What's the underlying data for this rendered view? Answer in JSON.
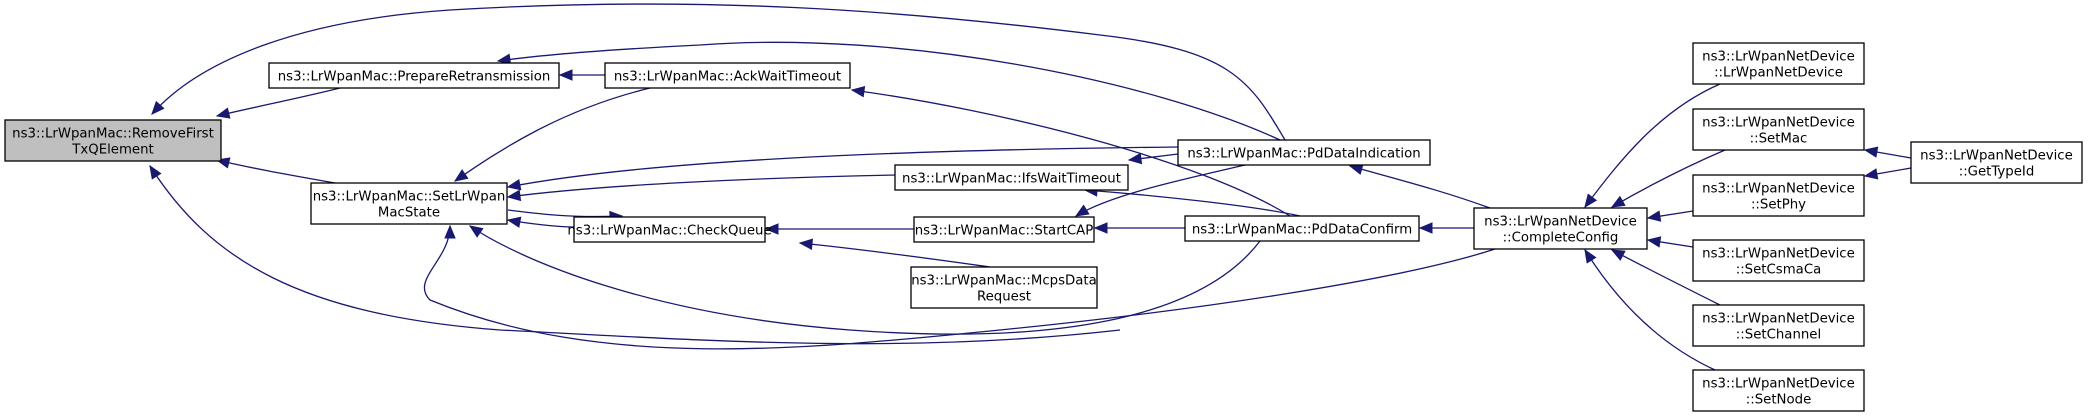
{
  "graph": {
    "kind": "caller-graph",
    "edge_color": "#191970",
    "focus_fill": "#bfbfbf",
    "nodes": [
      {
        "id": "removefirst",
        "lines": [
          "ns3::LrWpanMac::RemoveFirst",
          "TxQElement"
        ],
        "focus": true
      },
      {
        "id": "prepareretx",
        "lines": [
          "ns3::LrWpanMac::PrepareRetransmission"
        ]
      },
      {
        "id": "setstate",
        "lines": [
          "ns3::LrWpanMac::SetLrWpan",
          "MacState"
        ]
      },
      {
        "id": "ackwait",
        "lines": [
          "ns3::LrWpanMac::AckWaitTimeout"
        ]
      },
      {
        "id": "ifswait",
        "lines": [
          "ns3::LrWpanMac::IfsWaitTimeout"
        ]
      },
      {
        "id": "checkqueue",
        "lines": [
          "ns3::LrWpanMac::CheckQueue"
        ]
      },
      {
        "id": "startcap",
        "lines": [
          "ns3::LrWpanMac::StartCAP"
        ]
      },
      {
        "id": "mcpsdata",
        "lines": [
          "ns3::LrWpanMac::McpsData",
          "Request"
        ]
      },
      {
        "id": "pdind",
        "lines": [
          "ns3::LrWpanMac::PdDataIndication"
        ]
      },
      {
        "id": "pdconf",
        "lines": [
          "ns3::LrWpanMac::PdDataConfirm"
        ]
      },
      {
        "id": "completecfg",
        "lines": [
          "ns3::LrWpanNetDevice",
          "::CompleteConfig"
        ]
      },
      {
        "id": "ctor",
        "lines": [
          "ns3::LrWpanNetDevice",
          "::LrWpanNetDevice"
        ]
      },
      {
        "id": "setmac",
        "lines": [
          "ns3::LrWpanNetDevice",
          "::SetMac"
        ]
      },
      {
        "id": "setphy",
        "lines": [
          "ns3::LrWpanNetDevice",
          "::SetPhy"
        ]
      },
      {
        "id": "setcsma",
        "lines": [
          "ns3::LrWpanNetDevice",
          "::SetCsmaCa"
        ]
      },
      {
        "id": "setchannel",
        "lines": [
          "ns3::LrWpanNetDevice",
          "::SetChannel"
        ]
      },
      {
        "id": "setnode",
        "lines": [
          "ns3::LrWpanNetDevice",
          "::SetNode"
        ]
      },
      {
        "id": "gettypeid",
        "lines": [
          "ns3::LrWpanNetDevice",
          "::GetTypeId"
        ]
      }
    ],
    "edges": [
      {
        "from": "prepareretx",
        "to": "removefirst"
      },
      {
        "from": "setstate",
        "to": "removefirst"
      },
      {
        "from": "pdind",
        "to": "removefirst"
      },
      {
        "from": "pdconf",
        "to": "removefirst"
      },
      {
        "from": "ackwait",
        "to": "prepareretx"
      },
      {
        "from": "pdind",
        "to": "prepareretx"
      },
      {
        "from": "ackwait",
        "to": "setstate"
      },
      {
        "from": "pdind",
        "to": "setstate"
      },
      {
        "from": "ifswait",
        "to": "setstate"
      },
      {
        "from": "checkqueue",
        "to": "setstate"
      },
      {
        "from": "setstate",
        "to": "checkqueue"
      },
      {
        "from": "pdconf",
        "to": "setstate"
      },
      {
        "from": "completecfg",
        "to": "setstate"
      },
      {
        "from": "pdconf",
        "to": "ackwait"
      },
      {
        "from": "pdind",
        "to": "ifswait"
      },
      {
        "from": "pdconf",
        "to": "ifswait"
      },
      {
        "from": "startcap",
        "to": "checkqueue"
      },
      {
        "from": "mcpsdata",
        "to": "checkqueue"
      },
      {
        "from": "pdind",
        "to": "startcap"
      },
      {
        "from": "pdconf",
        "to": "startcap"
      },
      {
        "from": "completecfg",
        "to": "pdind"
      },
      {
        "from": "completecfg",
        "to": "pdconf"
      },
      {
        "from": "ctor",
        "to": "completecfg"
      },
      {
        "from": "setmac",
        "to": "completecfg"
      },
      {
        "from": "setphy",
        "to": "completecfg"
      },
      {
        "from": "setcsma",
        "to": "completecfg"
      },
      {
        "from": "setchannel",
        "to": "completecfg"
      },
      {
        "from": "setnode",
        "to": "completecfg"
      },
      {
        "from": "gettypeid",
        "to": "setmac"
      },
      {
        "from": "gettypeid",
        "to": "setphy"
      }
    ]
  }
}
